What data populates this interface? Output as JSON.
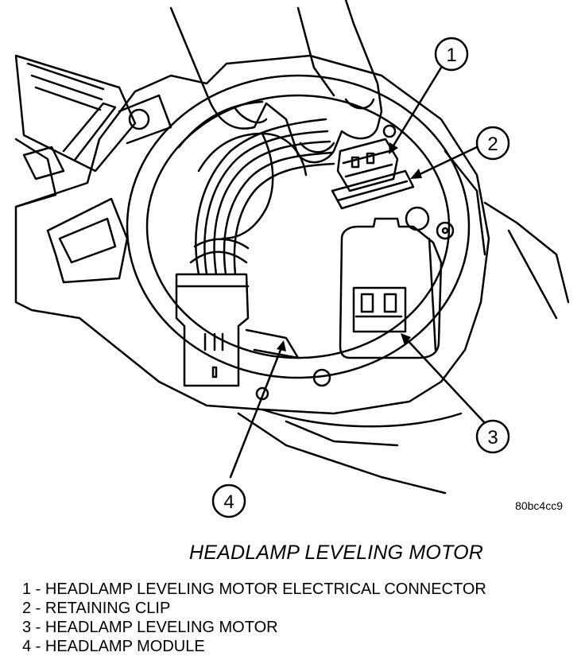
{
  "figure": {
    "title": "HEADLAMP LEVELING MOTOR",
    "image_code": "80bc4cc9"
  },
  "callouts": [
    {
      "number": "1",
      "target": "HEADLAMP LEVELING MOTOR ELECTRICAL CONNECTOR"
    },
    {
      "number": "2",
      "target": "RETAINING CLIP"
    },
    {
      "number": "3",
      "target": "HEADLAMP LEVELING MOTOR"
    },
    {
      "number": "4",
      "target": "HEADLAMP MODULE"
    }
  ],
  "legend": [
    "1 - HEADLAMP LEVELING MOTOR ELECTRICAL CONNECTOR",
    "2 - RETAINING CLIP",
    "3 - HEADLAMP LEVELING MOTOR",
    "4 - HEADLAMP MODULE"
  ],
  "colors": {
    "line": "#000000",
    "background": "#ffffff"
  }
}
